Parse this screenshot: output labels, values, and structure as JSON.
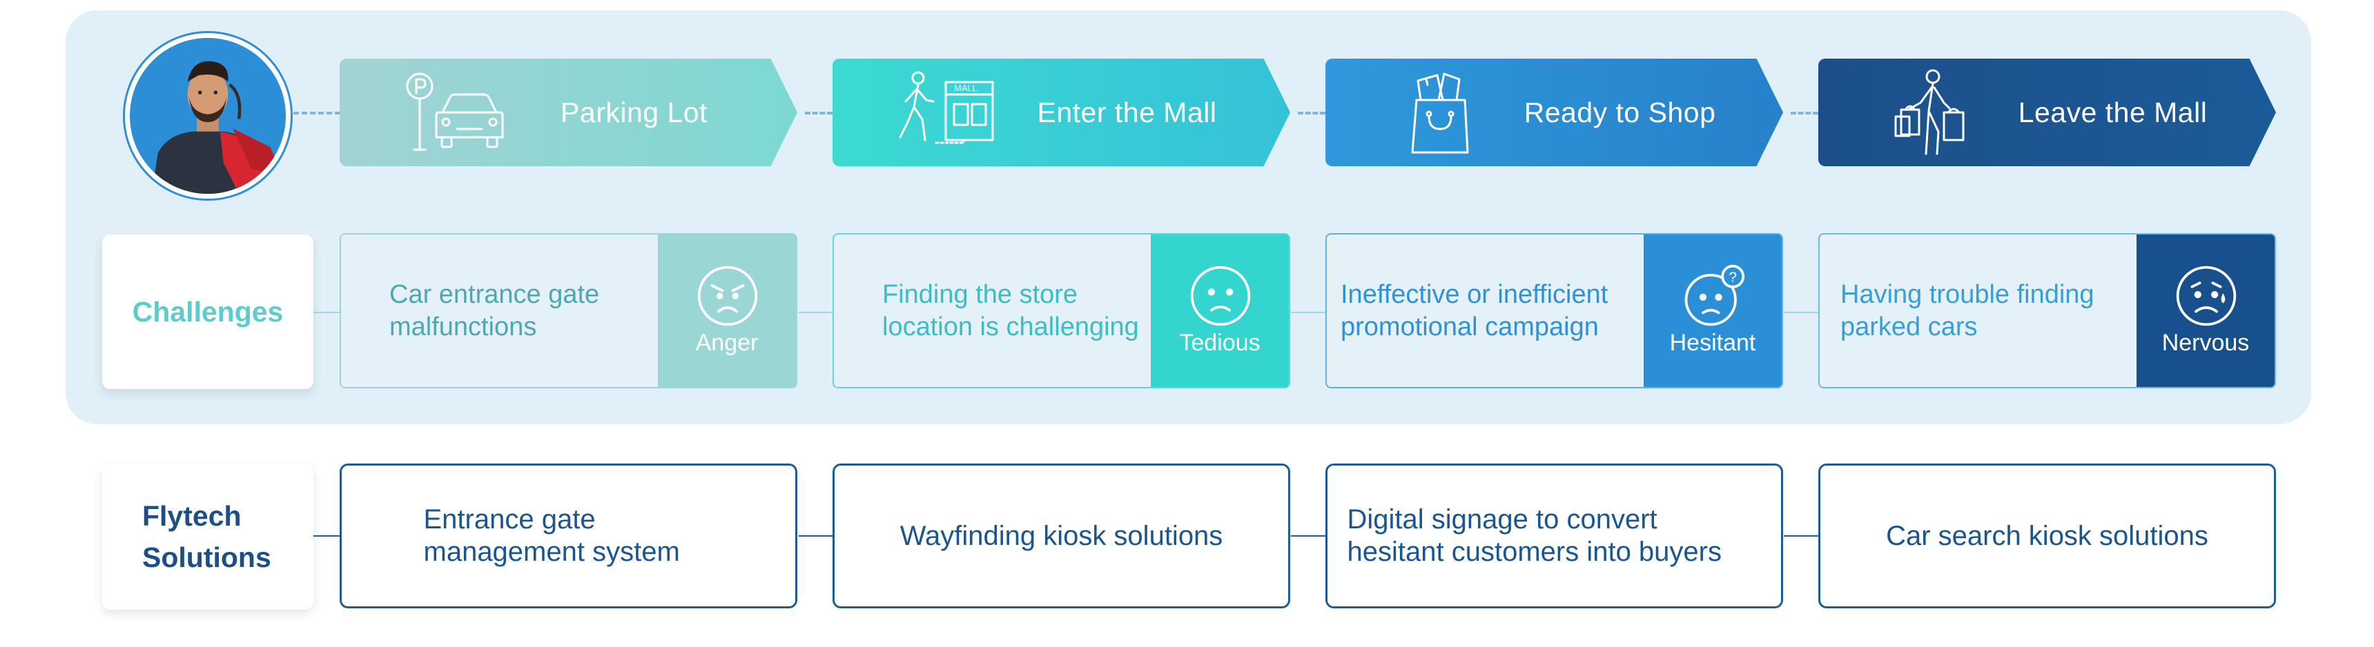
{
  "colors": {
    "panel": "#e1eff8",
    "stage_1": "#8ad4cf",
    "stage_2": "#3dd1cd",
    "stage_3": "#2b8ed6",
    "stage_4": "#17508c",
    "challenge_label": "#5dcccb",
    "solution_text": "#1a5590"
  },
  "avatar": {
    "icon": "shopper-portrait"
  },
  "stages": [
    {
      "label": "Parking Lot",
      "icon": "parking-car-icon"
    },
    {
      "label": "Enter the Mall",
      "icon": "walk-into-mall-icon"
    },
    {
      "label": "Ready to Shop",
      "icon": "shopping-bag-icon"
    },
    {
      "label": "Leave the Mall",
      "icon": "person-with-bags-icon"
    }
  ],
  "challenges": {
    "label": "Challenges",
    "items": [
      {
        "text": "Car entrance gate malfunctions",
        "emotion": "Anger"
      },
      {
        "text": "Finding the store location is challenging",
        "emotion": "Tedious"
      },
      {
        "text": "Ineffective or inefficient promotional campaign",
        "emotion": "Hesitant"
      },
      {
        "text": "Having trouble finding parked cars",
        "emotion": "Nervous"
      }
    ]
  },
  "solutions": {
    "label": "Flytech Solutions",
    "items": [
      "Entrance gate management system",
      "Wayfinding kiosk solutions",
      "Digital signage to convert hesitant customers into buyers",
      "Car search kiosk solutions"
    ]
  }
}
